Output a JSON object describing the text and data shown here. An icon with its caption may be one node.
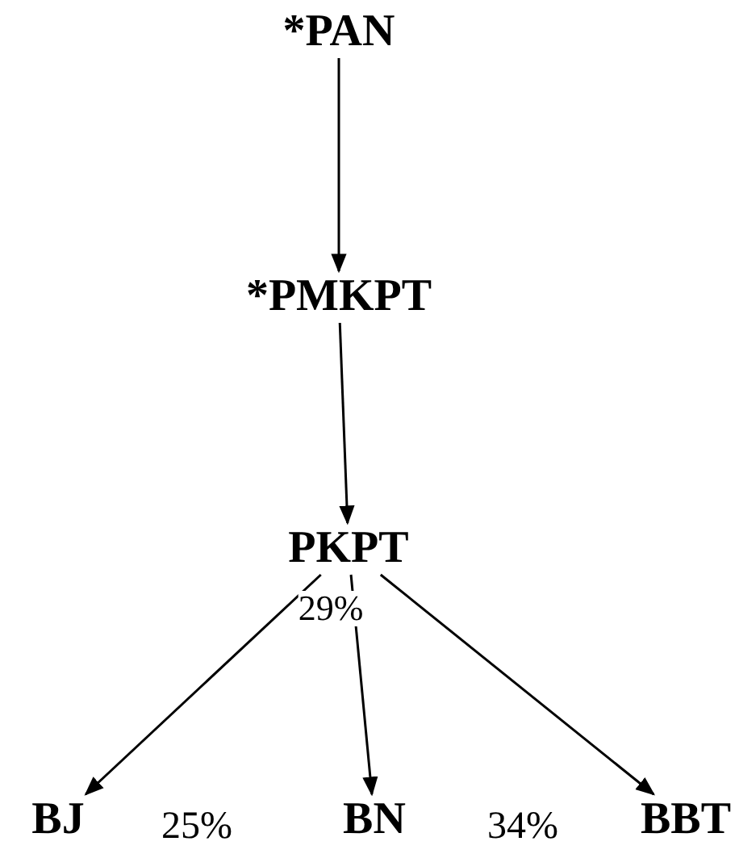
{
  "diagram": {
    "nodes": [
      {
        "text": [
          "*PAN"
        ]
      },
      {
        "text": [
          "*PMKPT"
        ]
      },
      {
        "text": [
          "PKPT"
        ]
      },
      {
        "text": [
          "BJ"
        ]
      },
      {
        "text": [
          "BN"
        ]
      },
      {
        "text": [
          "BBT"
        ]
      }
    ],
    "edges": [
      {
        "from": 0,
        "to": 1,
        "arrow": "to"
      },
      {
        "from": 1,
        "to": 2,
        "arrow": "to"
      },
      {
        "from": 2,
        "to": 3,
        "arrow": "to"
      },
      {
        "from": 2,
        "to": 4,
        "arrow": "to",
        "label": "29%"
      },
      {
        "from": 2,
        "to": 5,
        "arrow": "to"
      }
    ],
    "labels": [
      "25%",
      "34%"
    ]
  }
}
